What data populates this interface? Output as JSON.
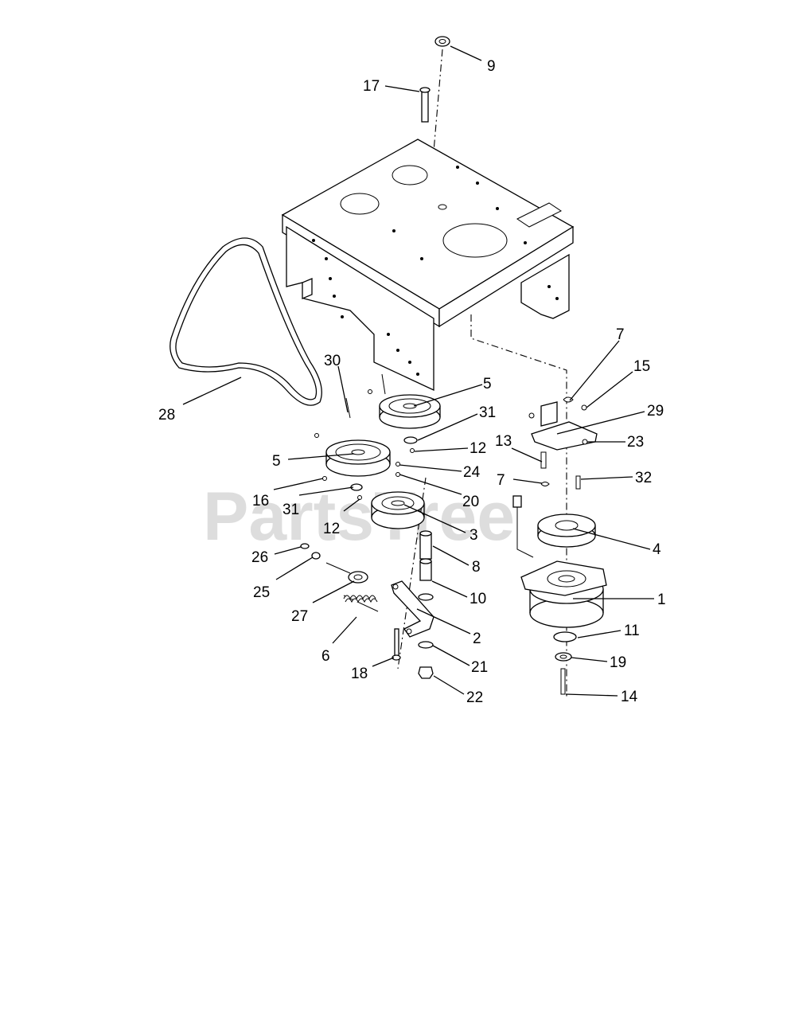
{
  "watermark": "PartsTree",
  "callouts": [
    {
      "id": "c9",
      "text": "9"
    },
    {
      "id": "c17",
      "text": "17"
    },
    {
      "id": "c7a",
      "text": "7"
    },
    {
      "id": "c15",
      "text": "15"
    },
    {
      "id": "c30",
      "text": "30"
    },
    {
      "id": "c5a",
      "text": "5"
    },
    {
      "id": "c29",
      "text": "29"
    },
    {
      "id": "c28",
      "text": "28"
    },
    {
      "id": "c31a",
      "text": "31"
    },
    {
      "id": "c13",
      "text": "13"
    },
    {
      "id": "c23",
      "text": "23"
    },
    {
      "id": "c12a",
      "text": "12"
    },
    {
      "id": "c5b",
      "text": "5"
    },
    {
      "id": "c24",
      "text": "24"
    },
    {
      "id": "c7b",
      "text": "7"
    },
    {
      "id": "c32",
      "text": "32"
    },
    {
      "id": "c16",
      "text": "16"
    },
    {
      "id": "c20",
      "text": "20"
    },
    {
      "id": "c31b",
      "text": "31"
    },
    {
      "id": "c12b",
      "text": "12"
    },
    {
      "id": "c3",
      "text": "3"
    },
    {
      "id": "c4",
      "text": "4"
    },
    {
      "id": "c26",
      "text": "26"
    },
    {
      "id": "c8",
      "text": "8"
    },
    {
      "id": "c25",
      "text": "25"
    },
    {
      "id": "c10",
      "text": "10"
    },
    {
      "id": "c1",
      "text": "1"
    },
    {
      "id": "c27",
      "text": "27"
    },
    {
      "id": "c11",
      "text": "11"
    },
    {
      "id": "c2",
      "text": "2"
    },
    {
      "id": "c6",
      "text": "6"
    },
    {
      "id": "c19",
      "text": "19"
    },
    {
      "id": "c21",
      "text": "21"
    },
    {
      "id": "c18",
      "text": "18"
    },
    {
      "id": "c14",
      "text": "14"
    },
    {
      "id": "c22",
      "text": "22"
    }
  ]
}
